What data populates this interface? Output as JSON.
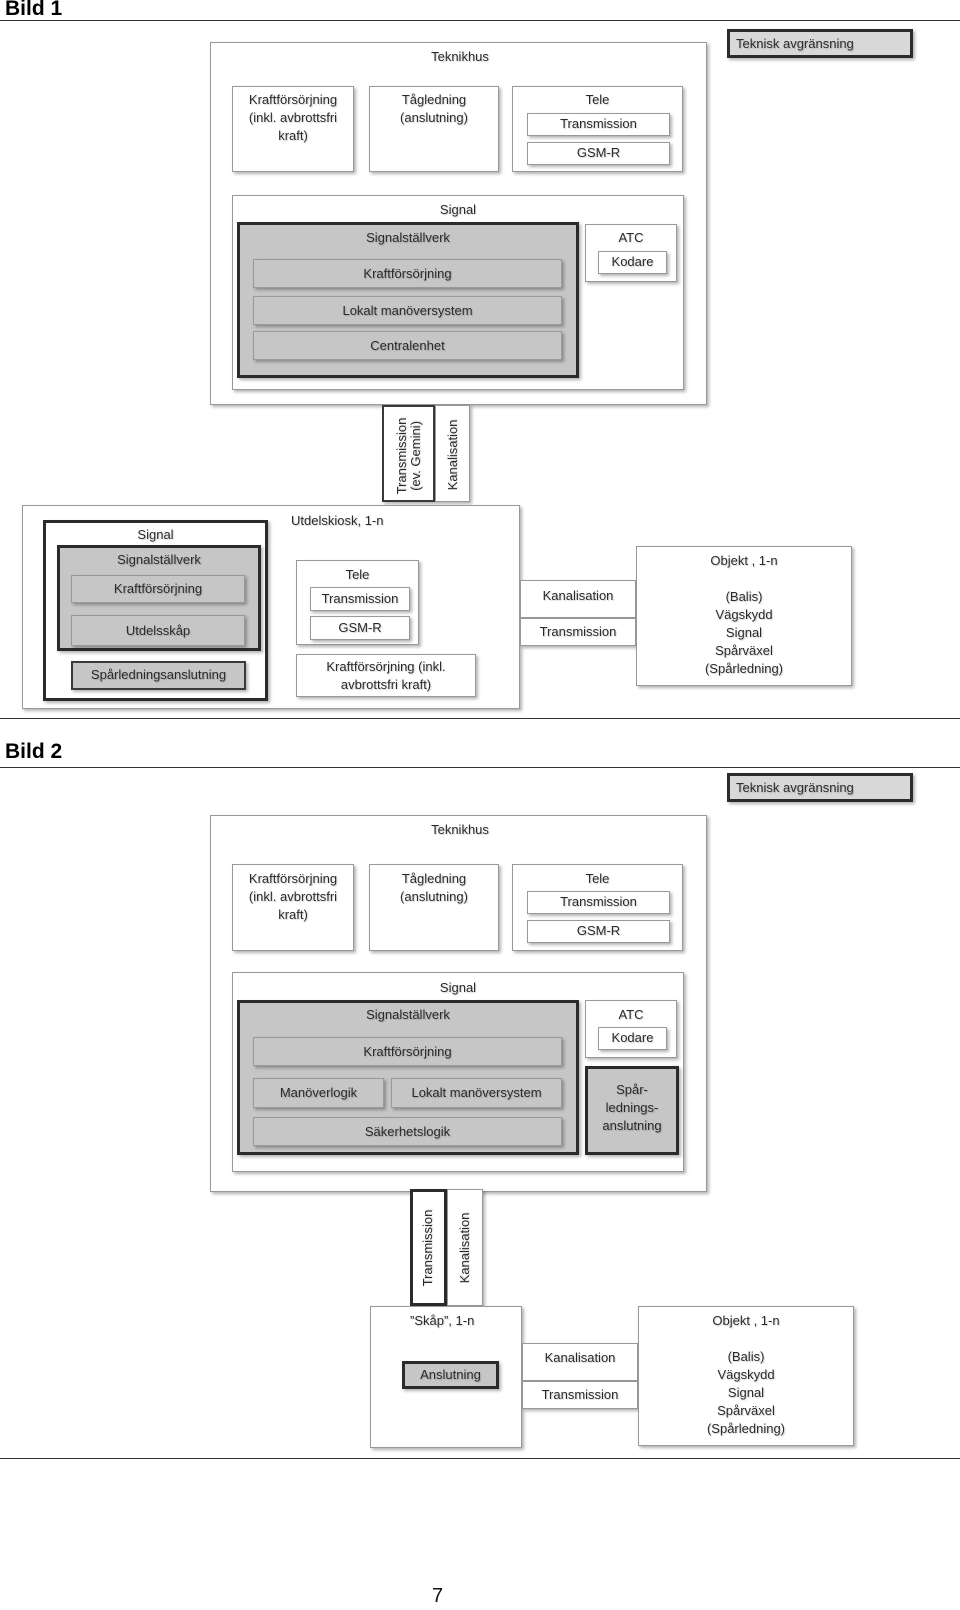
{
  "bild1": {
    "heading": "Bild 1",
    "legend": "Teknisk avgränsning",
    "teknikhus": {
      "title": "Teknikhus",
      "power": [
        "Kraftförsörjning",
        "(inkl. avbrottsfri",
        "kraft)"
      ],
      "tagledning": [
        "Tågledning",
        "(anslutning)"
      ],
      "tele": {
        "title": "Tele",
        "transmission": "Transmission",
        "gsmr": "GSM-R"
      },
      "signal": {
        "title": "Signal",
        "stallverk": "Signalställverk",
        "kraft": "Kraftförsörjning",
        "lokalt": "Lokalt manöversystem",
        "central": "Centralenhet",
        "atc": "ATC",
        "kodare": "Kodare"
      }
    },
    "vertical": {
      "transmission": [
        "Transmission",
        "(ev. Gemini)"
      ],
      "kanalisation": "Kanalisation"
    },
    "utdel": {
      "title": "Utdelskiosk, 1-n",
      "signal": "Signal",
      "stallverk": "Signalställverk",
      "kraft": "Kraftförsörjning",
      "utdelsskap": "Utdelsskåp",
      "sparledning": "Spårledningsanslutning",
      "tele": "Tele",
      "transmission": "Transmission",
      "gsmr": "GSM-R",
      "power": [
        "Kraftförsörjning (inkl.",
        "avbrottsfri kraft)"
      ]
    },
    "link": {
      "kanalisation": "Kanalisation",
      "transmission": "Transmission"
    },
    "objekt": {
      "title": "Objekt , 1-n",
      "items": [
        "(Balis)",
        "Vägskydd",
        "Signal",
        "Spårväxel",
        "(Spårledning)"
      ]
    }
  },
  "bild2": {
    "heading": "Bild 2",
    "legend": "Teknisk avgränsning",
    "teknikhus": {
      "title": "Teknikhus",
      "power": [
        "Kraftförsörjning",
        "(inkl. avbrottsfri",
        "kraft)"
      ],
      "tagledning": [
        "Tågledning",
        "(anslutning)"
      ],
      "tele": {
        "title": "Tele",
        "transmission": "Transmission",
        "gsmr": "GSM-R"
      },
      "signal": {
        "title": "Signal",
        "stallverk": "Signalställverk",
        "kraft": "Kraftförsörjning",
        "manoverlogik": "Manöverlogik",
        "lokalt": "Lokalt manöversystem",
        "sakerhet": "Säkerhetslogik",
        "atc": "ATC",
        "kodare": "Kodare",
        "sparledning": [
          "Spår-",
          "lednings-",
          "anslutning"
        ]
      }
    },
    "vertical": {
      "transmission": "Transmission",
      "kanalisation": "Kanalisation"
    },
    "skap": {
      "title": "”Skåp”, 1-n",
      "anslutning": "Anslutning"
    },
    "link": {
      "kanalisation": "Kanalisation",
      "transmission": "Transmission"
    },
    "objekt": {
      "title": "Objekt , 1-n",
      "items": [
        "(Balis)",
        "Vägskydd",
        "Signal",
        "Spårväxel",
        "(Spårledning)"
      ]
    }
  },
  "page_number": "7"
}
